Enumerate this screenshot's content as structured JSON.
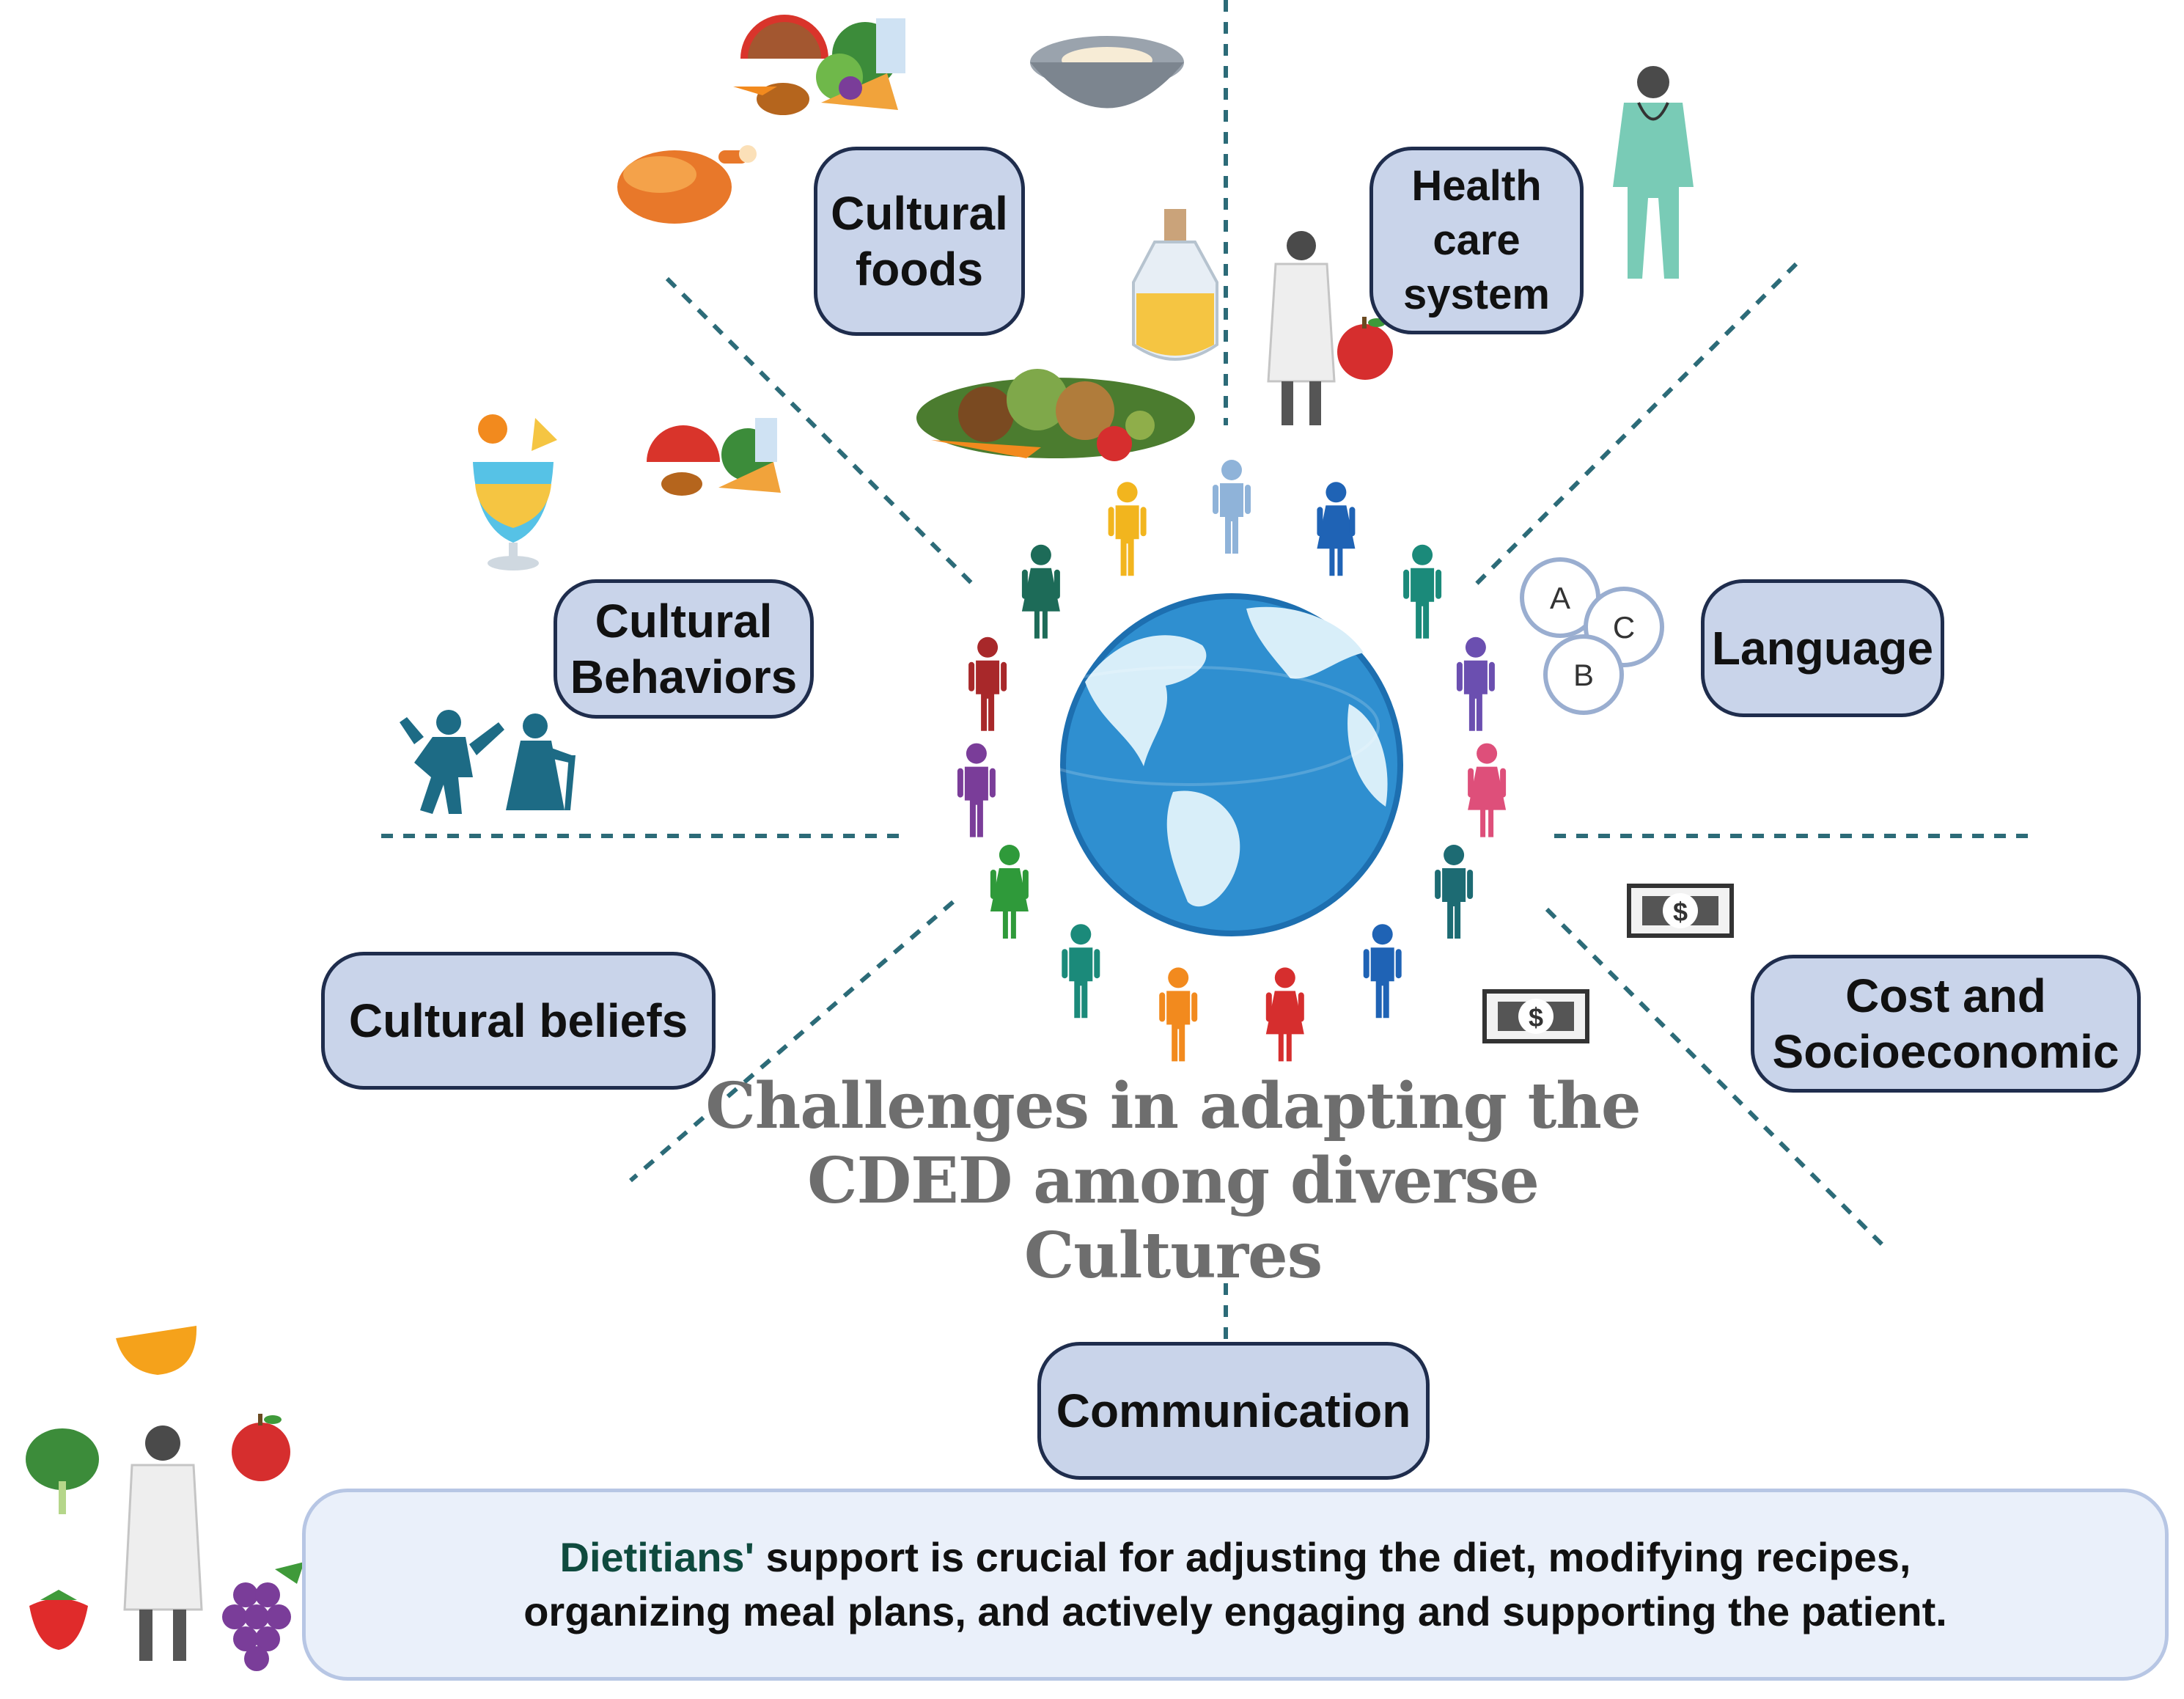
{
  "title": {
    "line1": "Challenges  in adapting the",
    "line2": "CDED among diverse Cultures"
  },
  "nodes": {
    "cultural_foods": {
      "line1": "Cultural",
      "line2": "foods"
    },
    "health_care_system": {
      "line1": "Health",
      "line2": "care",
      "line3": "system"
    },
    "cultural_behaviors": {
      "line1": "Cultural",
      "line2": "Behaviors"
    },
    "language": {
      "line1": "Language"
    },
    "cultural_beliefs": {
      "line1": "Cultural beliefs"
    },
    "cost_socioeconomic": {
      "line1": "Cost and",
      "line2": "Socioeconomic"
    },
    "communication": {
      "line1": "Communication"
    }
  },
  "abc_bubbles": [
    "A",
    "C",
    "B"
  ],
  "money_symbol": "$",
  "note": {
    "highlight": "Dietitians'",
    "line1_rest": " support is crucial for adjusting the diet, modifying recipes,",
    "line2": "organizing meal plans, and actively engaging and supporting the patient."
  },
  "colors": {
    "node_fill": "#c9d4ea",
    "node_border": "#1f2d4d",
    "connector": "#2c6b78",
    "title_text": "#6e6e6e",
    "note_fill": "#eaf0fa",
    "note_border": "#b7c6e4",
    "highlight_text": "#0f4a3e",
    "globe_ocean": "#2f8fd0",
    "globe_land": "#d8eef9"
  },
  "people_colors": [
    "#8fb3d9",
    "#1f63b5",
    "#1b8a7a",
    "#6b4fb0",
    "#de4f7a",
    "#1d6b73",
    "#1f63b5",
    "#d62e2e",
    "#f28a1e",
    "#1b8a7a",
    "#2f9a3a",
    "#7a3d99",
    "#a8282a",
    "#1d6b58",
    "#f2b51e"
  ],
  "icons": [
    "chicken-icon",
    "groceries-icon",
    "flour-bowl-icon",
    "oil-bottle-icon",
    "vegetables-icon",
    "cocktail-icon",
    "dancers-icon",
    "nurse-icon",
    "doctor-icon",
    "apple-icon",
    "money-icon",
    "dietitian-icon",
    "orange-icon",
    "spinach-icon",
    "strawberry-icon",
    "grapes-icon",
    "globe-icon"
  ]
}
